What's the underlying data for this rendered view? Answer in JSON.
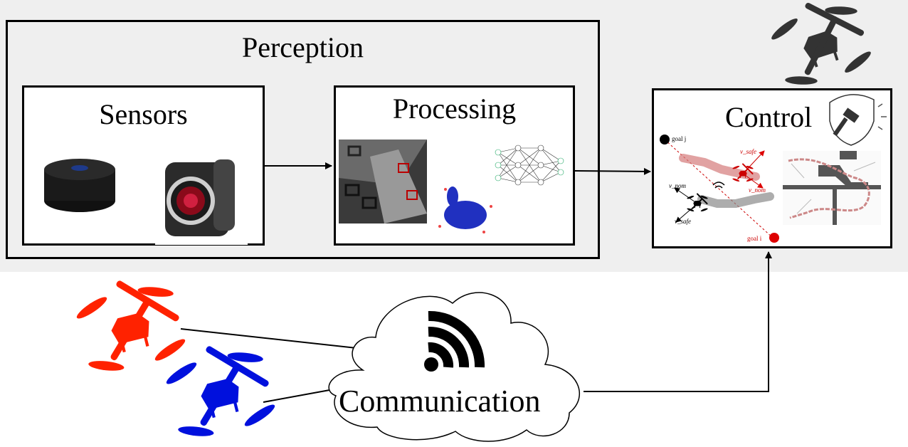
{
  "diagram": {
    "perception": {
      "title": "Perception"
    },
    "sensors": {
      "title": "Sensors"
    },
    "processing": {
      "title": "Processing"
    },
    "control": {
      "title": "Control",
      "annotations": {
        "goal_j": "goal j",
        "goal_i": "goal i",
        "v_nom_j": "v_nom",
        "v_safe_j": "v_safe",
        "v_nom_i": "v_nom",
        "v_safe_i": "v_safe"
      }
    },
    "communication": {
      "label": "Communication"
    },
    "colors": {
      "frame": "#000000",
      "background_band": "#efefef",
      "drone_dark": "#333333",
      "drone_red": "#ff2200",
      "drone_blue": "#0010dd",
      "goal_red": "#dd0000"
    }
  }
}
